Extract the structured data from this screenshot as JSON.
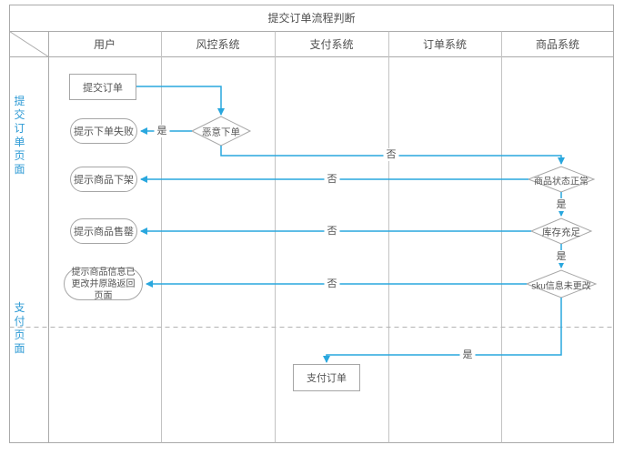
{
  "title": "提交订单流程判断",
  "lanes": {
    "columns": [
      "用户",
      "风控系统",
      "支付系统",
      "订单系统",
      "商品系统"
    ],
    "rows": [
      "提交订单页面",
      "支付页面"
    ]
  },
  "nodes": {
    "submit_order": "提交订单",
    "order_fail": "提示下单失败",
    "malicious_check": "恶意下单",
    "product_offshelf": "提示商品下架",
    "product_soldout": "提示商品售罄",
    "info_changed": "提示商品信息已更改并原路返回页面",
    "status_check": "商品状态正常",
    "stock_check": "库存充足",
    "sku_check": "sku信息未更改",
    "pay_order": "支付订单"
  },
  "edge_labels": {
    "yes": "是",
    "no": "否"
  },
  "colors": {
    "flow": "#29a7de",
    "lane_label": "#2f9bd5",
    "shape_border": "#a6a6a6",
    "grid": "#b3b3b3",
    "text": "#4f4f4f"
  }
}
